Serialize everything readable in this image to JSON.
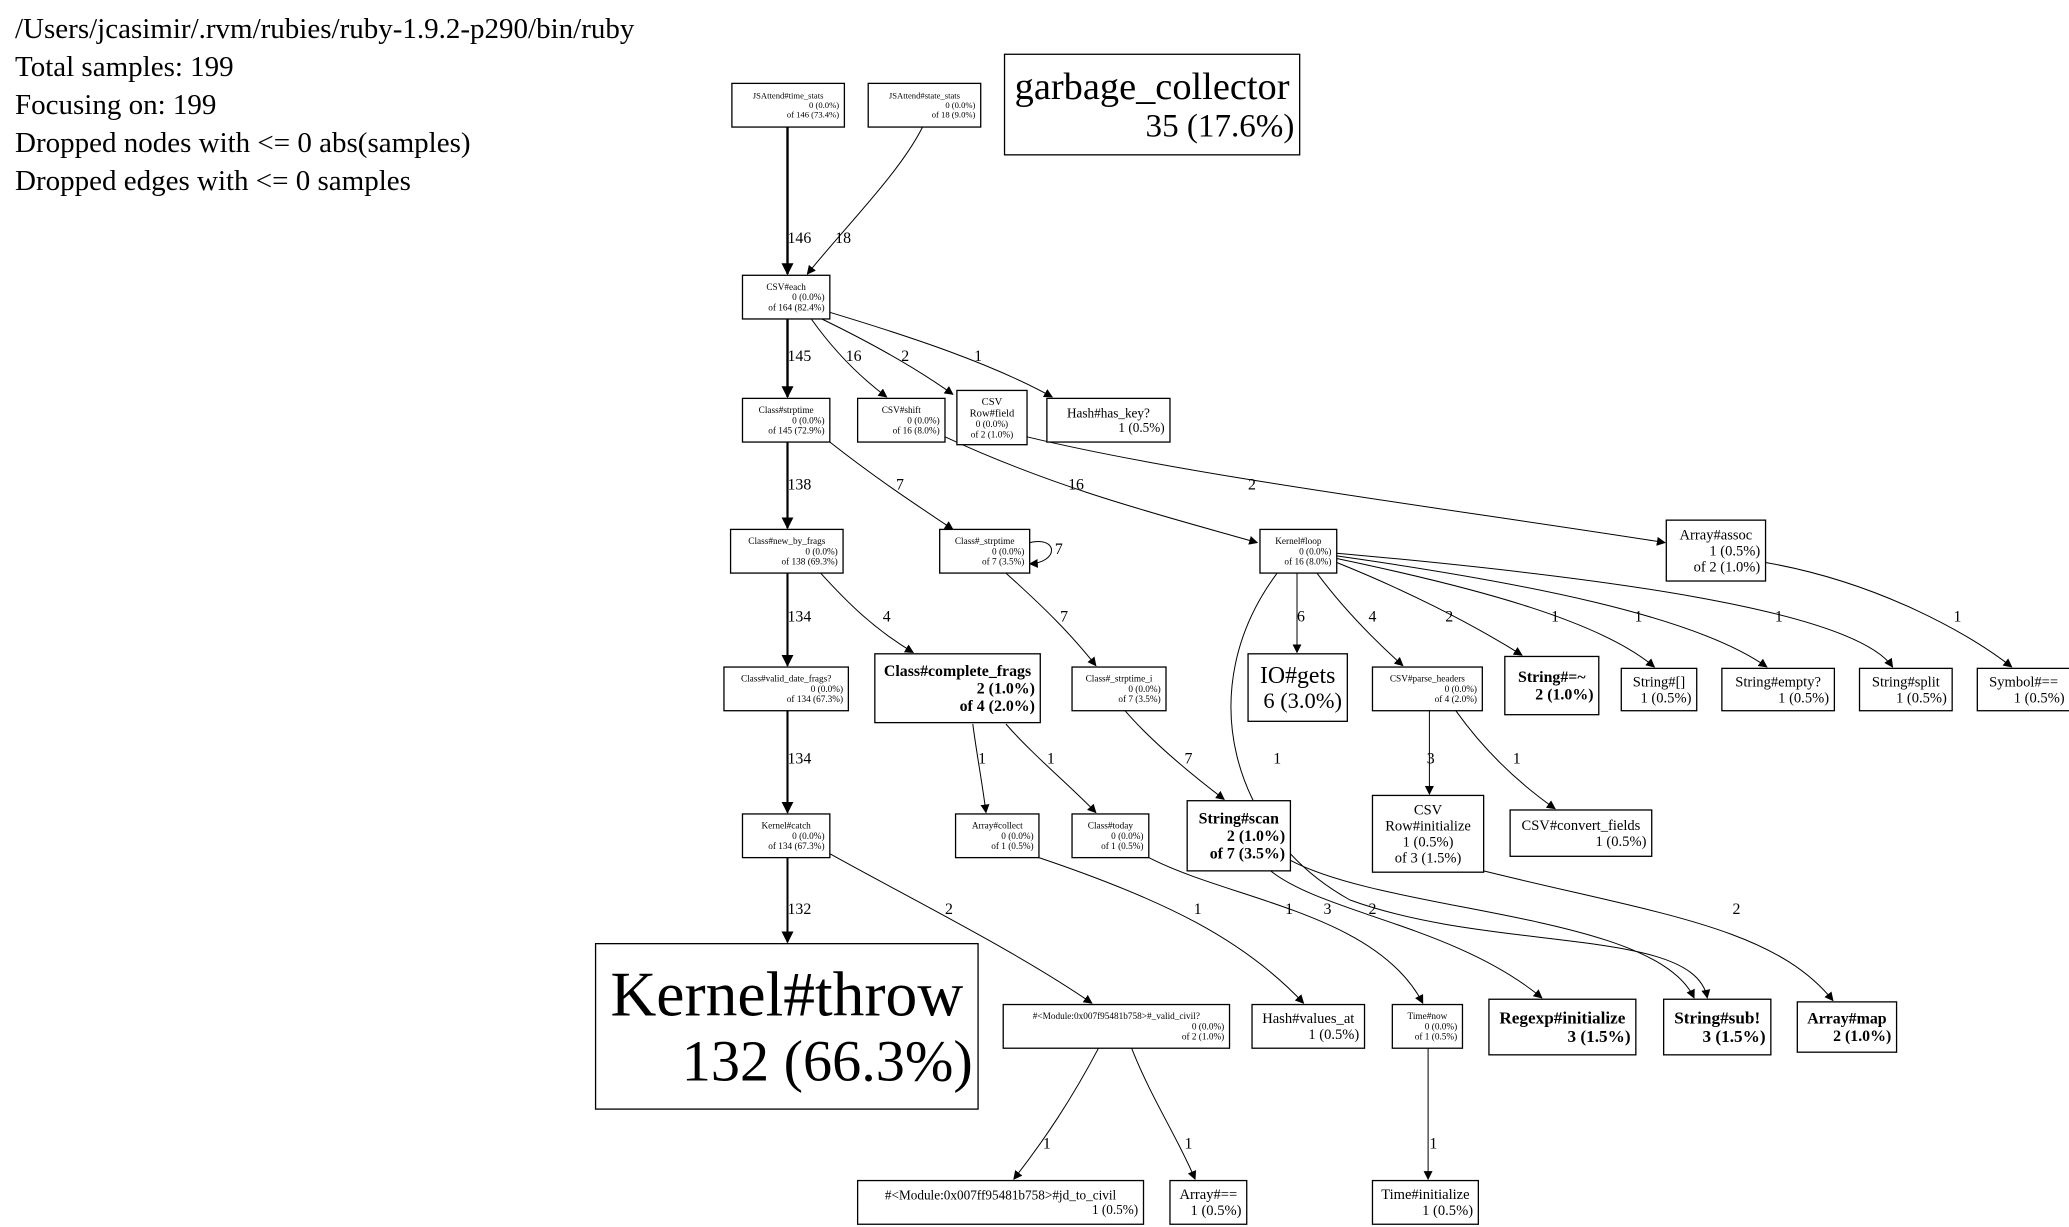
{
  "header": {
    "lines": [
      "/Users/jcasimir/.rvm/rubies/ruby-1.9.2-p290/bin/ruby",
      "Total samples: 199",
      "Focusing on: 199",
      "Dropped nodes with <= 0 abs(samples)",
      "Dropped edges with <= 0 samples"
    ]
  },
  "graph": {
    "nodes": [
      {
        "id": "jsattend_time_stats",
        "lines": [
          "JSAttend#time_stats",
          "0 (0.0%)",
          "of 146 (73.4%)"
        ]
      },
      {
        "id": "jsattend_state_stats",
        "lines": [
          "JSAttend#state_stats",
          "0 (0.0%)",
          "of 18 (9.0%)"
        ]
      },
      {
        "id": "garbage_collector",
        "lines": [
          "garbage_collector",
          "35 (17.6%)"
        ]
      },
      {
        "id": "csv_each",
        "lines": [
          "CSV#each",
          "0 (0.0%)",
          "of 164 (82.4%)"
        ]
      },
      {
        "id": "class_strptime",
        "lines": [
          "Class#strptime",
          "0 (0.0%)",
          "of 145 (72.9%)"
        ]
      },
      {
        "id": "csv_shift",
        "lines": [
          "CSV#shift",
          "0 (0.0%)",
          "of 16 (8.0%)"
        ]
      },
      {
        "id": "csv_row_field",
        "lines": [
          "CSV",
          "Row#field",
          "0 (0.0%)",
          "of 2 (1.0%)"
        ]
      },
      {
        "id": "hash_has_key",
        "lines": [
          "Hash#has_key?",
          "1 (0.5%)"
        ]
      },
      {
        "id": "class_new_by_frags",
        "lines": [
          "Class#new_by_frags",
          "0 (0.0%)",
          "of 138 (69.3%)"
        ]
      },
      {
        "id": "class__strptime",
        "lines": [
          "Class#_strptime",
          "0 (0.0%)",
          "of 7 (3.5%)"
        ]
      },
      {
        "id": "kernel_loop",
        "lines": [
          "Kernel#loop",
          "0 (0.0%)",
          "of 16 (8.0%)"
        ]
      },
      {
        "id": "array_assoc",
        "lines": [
          "Array#assoc",
          "1 (0.5%)",
          "of 2 (1.0%)"
        ]
      },
      {
        "id": "class_valid_date_frags",
        "lines": [
          "Class#valid_date_frags?",
          "0 (0.0%)",
          "of 134 (67.3%)"
        ]
      },
      {
        "id": "class_complete_frags",
        "lines": [
          "Class#complete_frags",
          "2 (1.0%)",
          "of 4 (2.0%)"
        ]
      },
      {
        "id": "class__strptime_i",
        "lines": [
          "Class#_strptime_i",
          "0 (0.0%)",
          "of 7 (3.5%)"
        ]
      },
      {
        "id": "io_gets",
        "lines": [
          "IO#gets",
          "6 (3.0%)"
        ]
      },
      {
        "id": "csv_parse_headers",
        "lines": [
          "CSV#parse_headers",
          "0 (0.0%)",
          "of 4 (2.0%)"
        ]
      },
      {
        "id": "string_match",
        "lines": [
          "String#=~",
          "2 (1.0%)"
        ]
      },
      {
        "id": "string_index",
        "lines": [
          "String#[]",
          "1 (0.5%)"
        ]
      },
      {
        "id": "string_empty",
        "lines": [
          "String#empty?",
          "1 (0.5%)"
        ]
      },
      {
        "id": "string_split",
        "lines": [
          "String#split",
          "1 (0.5%)"
        ]
      },
      {
        "id": "symbol_eq",
        "lines": [
          "Symbol#==",
          "1 (0.5%)"
        ]
      },
      {
        "id": "kernel_catch",
        "lines": [
          "Kernel#catch",
          "0 (0.0%)",
          "of 134 (67.3%)"
        ]
      },
      {
        "id": "array_collect",
        "lines": [
          "Array#collect",
          "0 (0.0%)",
          "of 1 (0.5%)"
        ]
      },
      {
        "id": "class_today",
        "lines": [
          "Class#today",
          "0 (0.0%)",
          "of 1 (0.5%)"
        ]
      },
      {
        "id": "string_scan",
        "lines": [
          "String#scan",
          "2 (1.0%)",
          "of 7 (3.5%)"
        ]
      },
      {
        "id": "csv_row_initialize",
        "lines": [
          "CSV",
          "Row#initialize",
          "1 (0.5%)",
          "of 3 (1.5%)"
        ]
      },
      {
        "id": "csv_convert_fields",
        "lines": [
          "CSV#convert_fields",
          "1 (0.5%)"
        ]
      },
      {
        "id": "kernel_throw",
        "lines": [
          "Kernel#throw",
          "132 (66.3%)"
        ]
      },
      {
        "id": "module_valid_civil",
        "lines": [
          "#<Module:0x007f95481b758>#_valid_civil?",
          "0 (0.0%)",
          "of 2 (1.0%)"
        ]
      },
      {
        "id": "hash_values_at",
        "lines": [
          "Hash#values_at",
          "1 (0.5%)"
        ]
      },
      {
        "id": "time_now",
        "lines": [
          "Time#now",
          "0 (0.0%)",
          "of 1 (0.5%)"
        ]
      },
      {
        "id": "regexp_initialize",
        "lines": [
          "Regexp#initialize",
          "3 (1.5%)"
        ]
      },
      {
        "id": "string_sub",
        "lines": [
          "String#sub!",
          "3 (1.5%)"
        ]
      },
      {
        "id": "array_map",
        "lines": [
          "Array#map",
          "2 (1.0%)"
        ]
      },
      {
        "id": "module_jd_to_civil",
        "lines": [
          "#<Module:0x007ff95481b758>#jd_to_civil",
          "1 (0.5%)"
        ]
      },
      {
        "id": "array_eq",
        "lines": [
          "Array#==",
          "1 (0.5%)"
        ]
      },
      {
        "id": "time_initialize",
        "lines": [
          "Time#initialize",
          "1 (0.5%)"
        ]
      }
    ],
    "edges": [
      {
        "from": "jsattend_time_stats",
        "to": "csv_each",
        "label": "146"
      },
      {
        "from": "jsattend_state_stats",
        "to": "csv_each",
        "label": "18"
      },
      {
        "from": "csv_each",
        "to": "class_strptime",
        "label": "145"
      },
      {
        "from": "csv_each",
        "to": "csv_shift",
        "label": "16"
      },
      {
        "from": "csv_each",
        "to": "csv_row_field",
        "label": "2"
      },
      {
        "from": "csv_each",
        "to": "hash_has_key",
        "label": "1"
      },
      {
        "from": "class_strptime",
        "to": "class_new_by_frags",
        "label": "138"
      },
      {
        "from": "class_strptime",
        "to": "class__strptime",
        "label": "7"
      },
      {
        "from": "csv_shift",
        "to": "kernel_loop",
        "label": "16"
      },
      {
        "from": "csv_row_field",
        "to": "array_assoc",
        "label": "2"
      },
      {
        "from": "class__strptime",
        "to": "class__strptime",
        "label": "7"
      },
      {
        "from": "class_new_by_frags",
        "to": "class_valid_date_frags",
        "label": "134"
      },
      {
        "from": "class_new_by_frags",
        "to": "class_complete_frags",
        "label": "4"
      },
      {
        "from": "class__strptime",
        "to": "class__strptime_i",
        "label": "7"
      },
      {
        "from": "kernel_loop",
        "to": "io_gets",
        "label": "6"
      },
      {
        "from": "kernel_loop",
        "to": "csv_parse_headers",
        "label": "4"
      },
      {
        "from": "kernel_loop",
        "to": "string_match",
        "label": "2"
      },
      {
        "from": "kernel_loop",
        "to": "string_index",
        "label": "1"
      },
      {
        "from": "kernel_loop",
        "to": "string_empty",
        "label": "1"
      },
      {
        "from": "kernel_loop",
        "to": "string_split",
        "label": "1"
      },
      {
        "from": "kernel_loop",
        "to": "string_sub",
        "label": "1"
      },
      {
        "from": "array_assoc",
        "to": "symbol_eq",
        "label": "1"
      },
      {
        "from": "class_valid_date_frags",
        "to": "kernel_catch",
        "label": "134"
      },
      {
        "from": "class_complete_frags",
        "to": "array_collect",
        "label": "1"
      },
      {
        "from": "class_complete_frags",
        "to": "class_today",
        "label": "1"
      },
      {
        "from": "class__strptime_i",
        "to": "string_scan",
        "label": "7"
      },
      {
        "from": "csv_parse_headers",
        "to": "csv_row_initialize",
        "label": "3"
      },
      {
        "from": "csv_parse_headers",
        "to": "csv_convert_fields",
        "label": "1"
      },
      {
        "from": "kernel_catch",
        "to": "kernel_throw",
        "label": "132"
      },
      {
        "from": "kernel_catch",
        "to": "module_valid_civil",
        "label": "2"
      },
      {
        "from": "array_collect",
        "to": "hash_values_at",
        "label": "1"
      },
      {
        "from": "class_today",
        "to": "time_now",
        "label": "1"
      },
      {
        "from": "string_scan",
        "to": "regexp_initialize",
        "label": "3"
      },
      {
        "from": "string_scan",
        "to": "string_sub",
        "label": "2"
      },
      {
        "from": "csv_row_initialize",
        "to": "array_map",
        "label": "2"
      },
      {
        "from": "module_valid_civil",
        "to": "module_jd_to_civil",
        "label": "1"
      },
      {
        "from": "module_valid_civil",
        "to": "array_eq",
        "label": "1"
      },
      {
        "from": "time_now",
        "to": "time_initialize",
        "label": "1"
      }
    ]
  }
}
